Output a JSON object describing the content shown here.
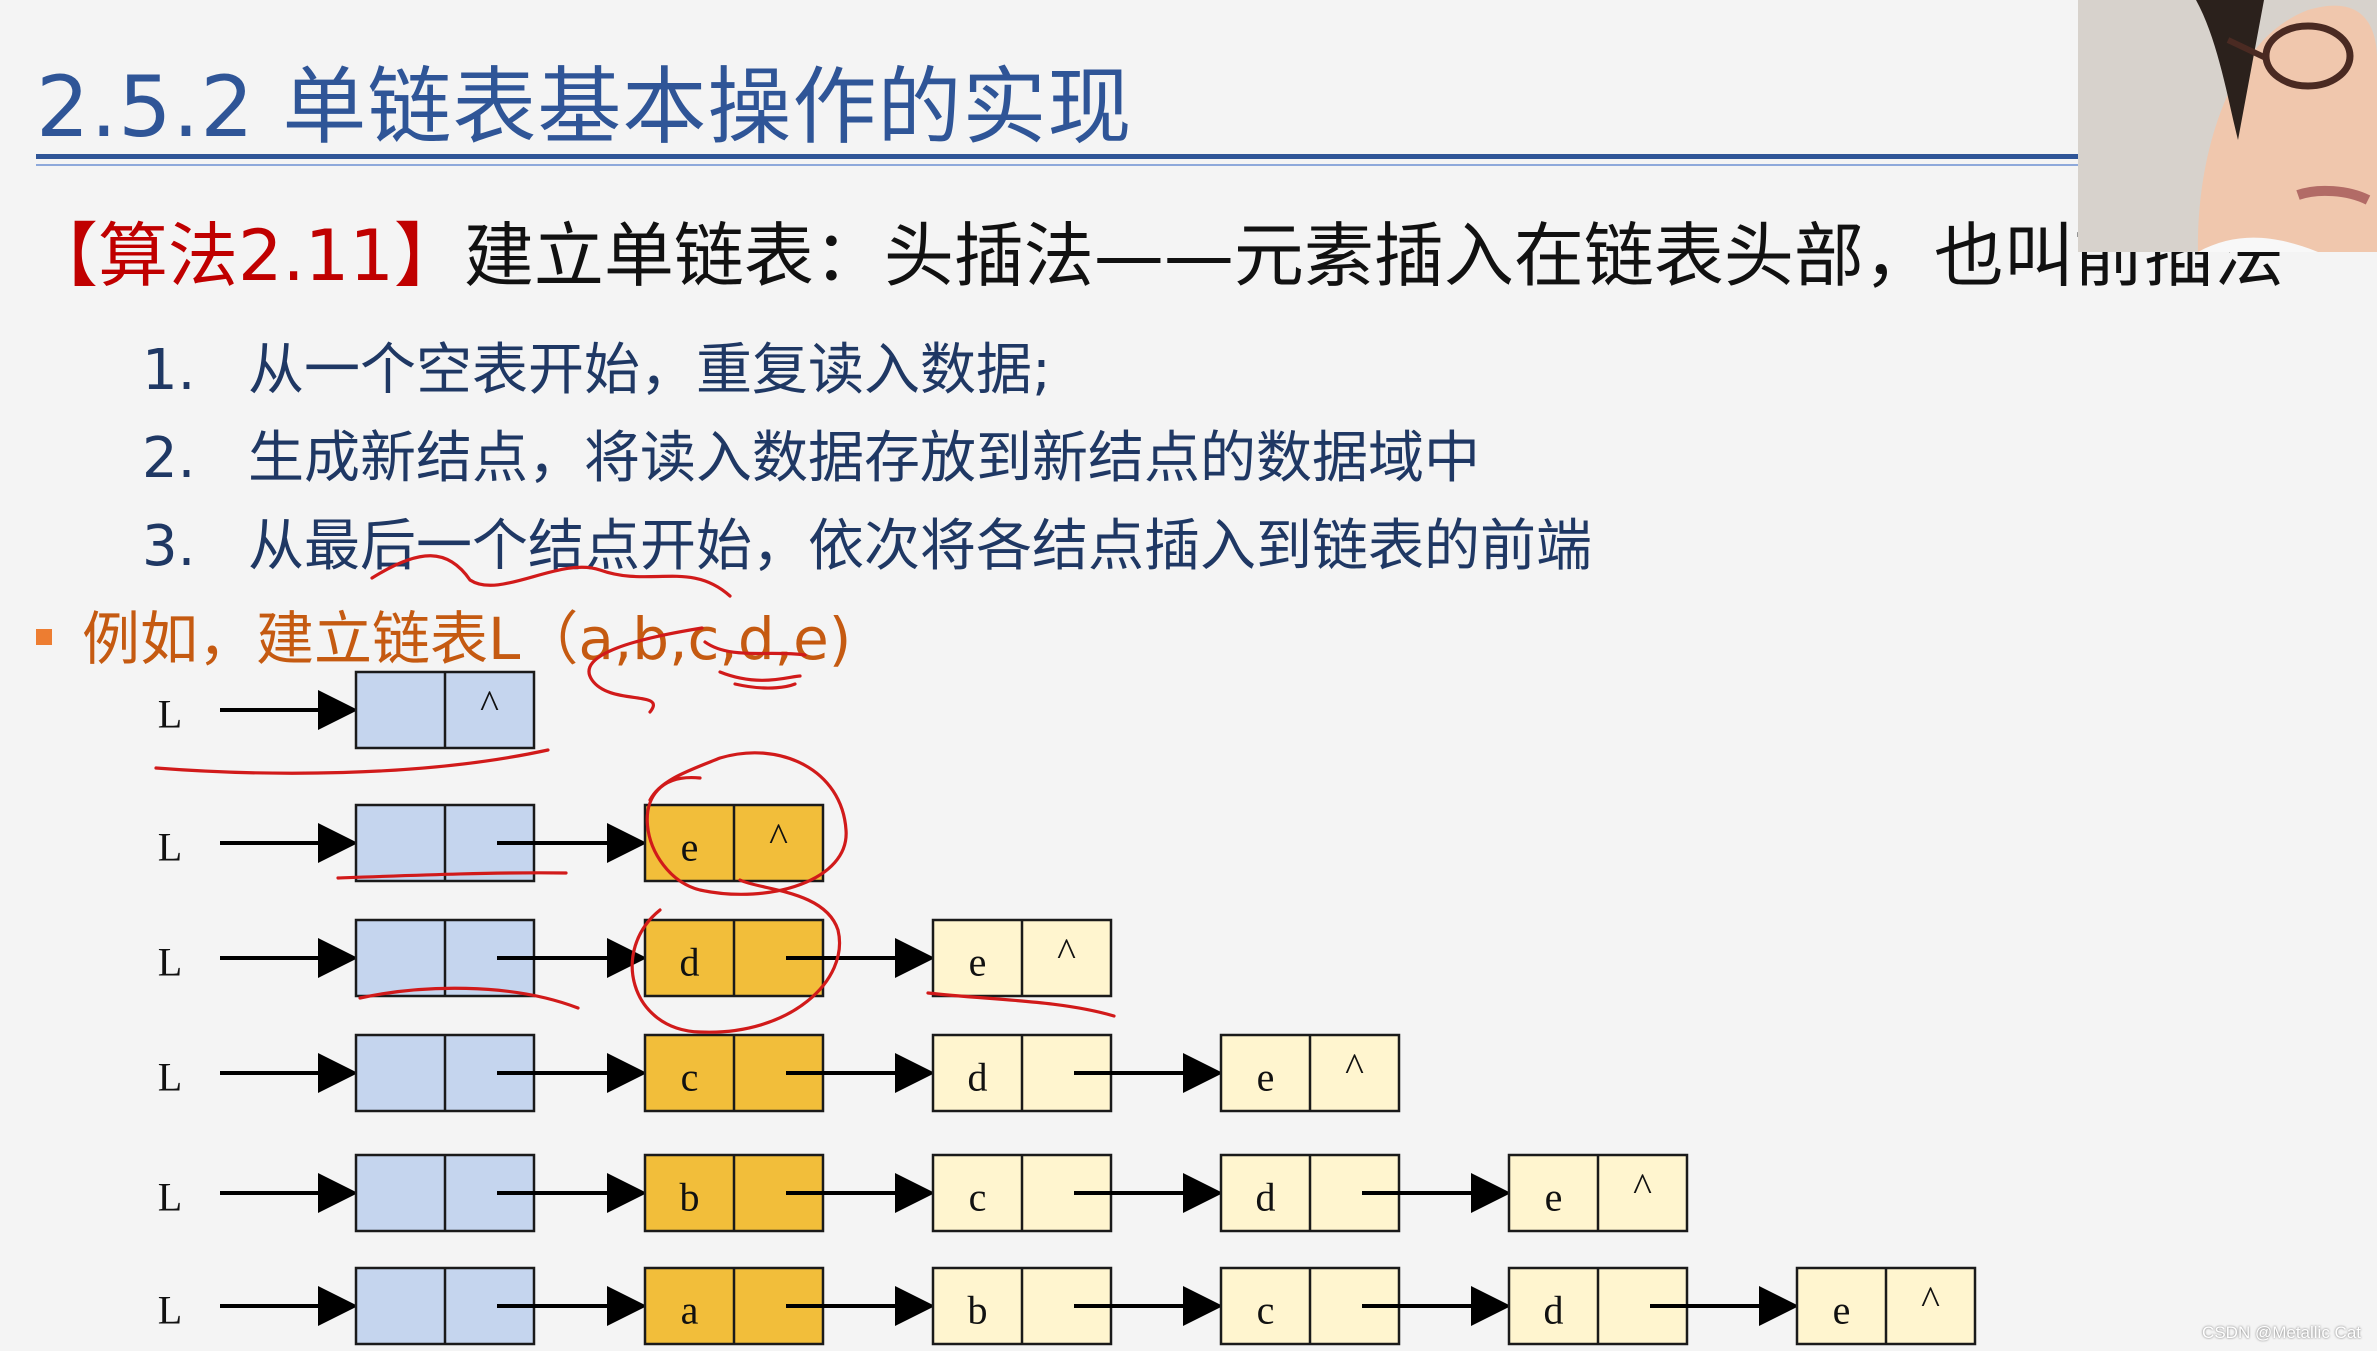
{
  "slide": {
    "title": "2.5.2 单链表基本操作的实现",
    "algorithm_tag": "【算法2.11】",
    "algorithm_text": "建立单链表：头插法——元素插入在链表头部，也叫前插法",
    "steps": [
      {
        "num": "1.",
        "text": "从一个空表开始，重复读入数据;"
      },
      {
        "num": "2.",
        "text": "生成新结点，将读入数据存放到新结点的数据域中"
      },
      {
        "num": "3.",
        "text": "从最后一个结点开始，依次将各结点插入到链表的前端"
      }
    ],
    "example": "例如，建立链表L（a,b,c,d,e)"
  },
  "diagram": {
    "list_label": "L",
    "null_symbol": "^",
    "rows": [
      [],
      [
        "e"
      ],
      [
        "d",
        "e"
      ],
      [
        "c",
        "d",
        "e"
      ],
      [
        "b",
        "c",
        "d",
        "e"
      ],
      [
        "a",
        "b",
        "c",
        "d",
        "e"
      ]
    ],
    "colors": {
      "head_node": "#c5d5ee",
      "new_node": "#f2be3a",
      "old_node": "#fff5cf",
      "ink": "#d11a1a",
      "title": "#2f5597",
      "tag": "#c00000",
      "example": "#c55a11"
    }
  },
  "watermark": "CSDN @Metallic Cat"
}
